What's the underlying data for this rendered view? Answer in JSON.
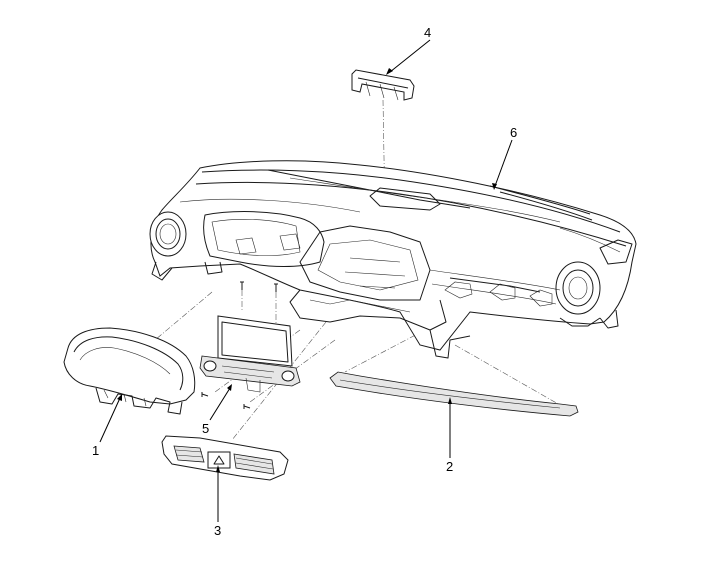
{
  "callouts": [
    {
      "id": "1",
      "label": "1",
      "part": "instrument-cluster"
    },
    {
      "id": "2",
      "label": "2",
      "part": "crash-pad-garnish"
    },
    {
      "id": "3",
      "label": "3",
      "part": "center-air-vent"
    },
    {
      "id": "4",
      "label": "4",
      "part": "defroster-cover"
    },
    {
      "id": "5",
      "label": "5",
      "part": "audio-display-unit"
    },
    {
      "id": "6",
      "label": "6",
      "part": "crash-pad-assembly"
    }
  ],
  "colors": {
    "line": "#1a1a1a",
    "background": "#ffffff",
    "shade": "#e6e6e6"
  }
}
